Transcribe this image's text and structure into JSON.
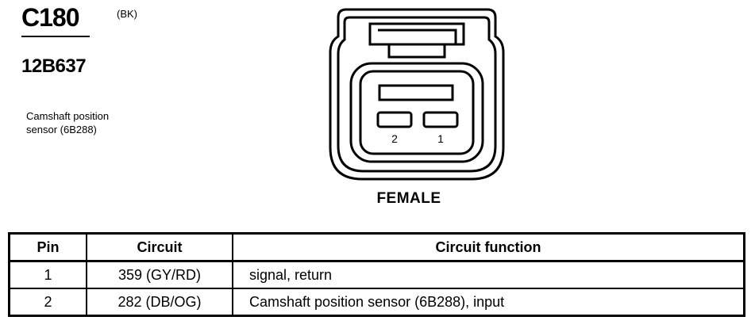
{
  "connector": {
    "id": "C180",
    "color_code": "(BK)",
    "part_number": "12B637",
    "description": "Camshaft position\nsensor (6B288)",
    "gender": "FEMALE",
    "pin_labels": [
      "2",
      "1"
    ]
  },
  "table": {
    "headers": {
      "pin": "Pin",
      "circuit": "Circuit",
      "function": "Circuit function"
    },
    "rows": [
      {
        "pin": "1",
        "circuit": "359 (GY/RD)",
        "function": "signal, return"
      },
      {
        "pin": "2",
        "circuit": "282 (DB/OG)",
        "function": "Camshaft position sensor (6B288), input"
      }
    ]
  }
}
